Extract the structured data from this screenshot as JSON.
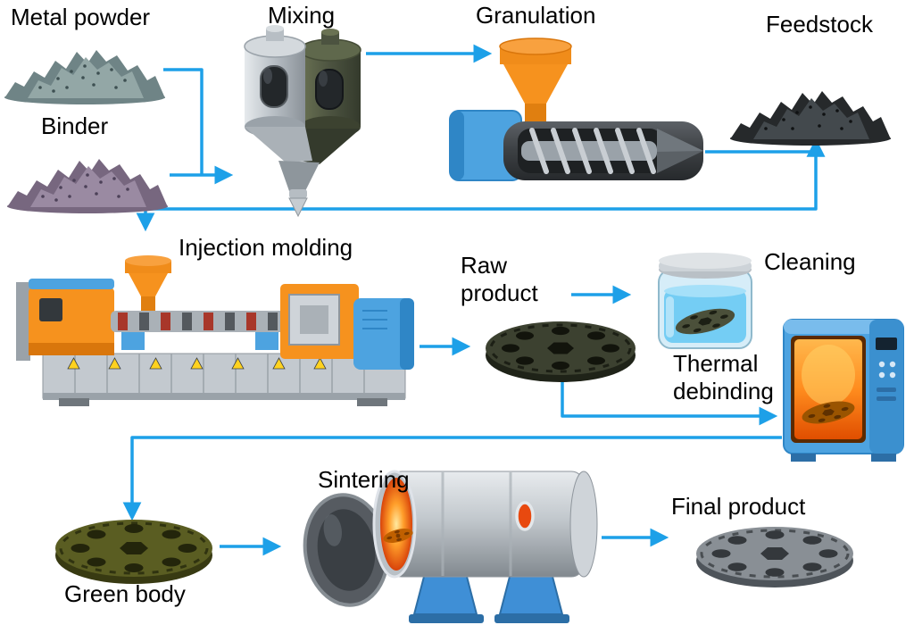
{
  "labels": {
    "metal_powder": "Metal powder",
    "binder": "Binder",
    "mixing": "Mixing",
    "granulation": "Granulation",
    "feedstock": "Feedstock",
    "injection_molding": "Injection molding",
    "raw_product": {
      "line1": "Raw",
      "line2": "product"
    },
    "cleaning": "Cleaning",
    "thermal_debinding": {
      "line1": "Thermal",
      "line2": "debinding"
    },
    "sintering": "Sintering",
    "green_body": "Green body",
    "final_product": "Final product"
  },
  "flow_edges": [
    {
      "from": "metal-powder",
      "to": "mixing"
    },
    {
      "from": "binder",
      "to": "mixing"
    },
    {
      "from": "mixing",
      "to": "granulation"
    },
    {
      "from": "granulation",
      "to": "feedstock"
    },
    {
      "from": "feedstock",
      "to": "injection-molding"
    },
    {
      "from": "injection-molding",
      "to": "raw-product"
    },
    {
      "from": "raw-product",
      "to": "cleaning"
    },
    {
      "from": "raw-product",
      "to": "thermal-debinding"
    },
    {
      "from": "thermal-debinding",
      "to": "green-body"
    },
    {
      "from": "green-body",
      "to": "sintering"
    },
    {
      "from": "sintering",
      "to": "final-product"
    }
  ],
  "colors": {
    "arrow": "#1da0e8",
    "machine_orange": "#f6921e",
    "machine_blue": "#4da3e0",
    "machine_gray": "#b6bdc3",
    "hopper_olive": "#4c5340",
    "fire_glow": "#ff8c1e",
    "label_text": "#000000",
    "background": "#ffffff"
  }
}
